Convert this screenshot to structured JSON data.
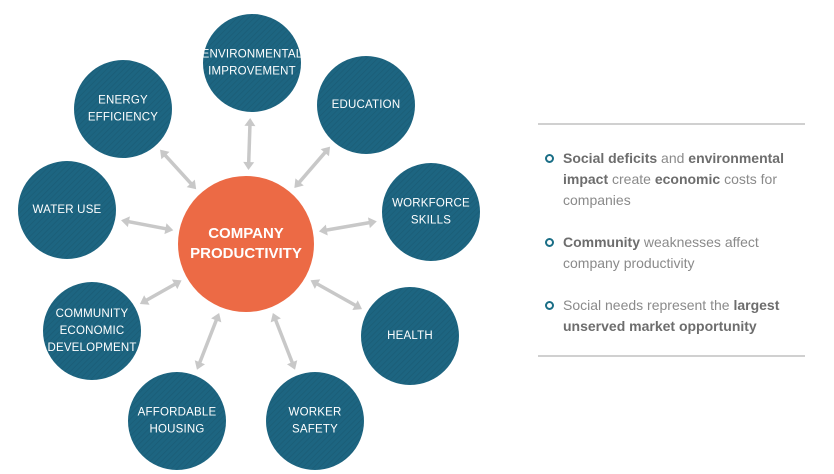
{
  "diagram": {
    "center": {
      "label_lines": [
        "COMPANY",
        "PRODUCTIVITY"
      ],
      "color": "#ec6a45"
    },
    "node_color": "#1d6581",
    "arrow_color": "#c8c8c8",
    "nodes": [
      {
        "id": "environmental-improvement",
        "label_lines": [
          "ENVIRONMENTAL",
          "IMPROVEMENT"
        ]
      },
      {
        "id": "education",
        "label_lines": [
          "EDUCATION"
        ]
      },
      {
        "id": "workforce-skills",
        "label_lines": [
          "WORKFORCE",
          "SKILLS"
        ]
      },
      {
        "id": "health",
        "label_lines": [
          "HEALTH"
        ]
      },
      {
        "id": "worker-safety",
        "label_lines": [
          "WORKER",
          "SAFETY"
        ]
      },
      {
        "id": "affordable-housing",
        "label_lines": [
          "AFFORDABLE",
          "HOUSING"
        ]
      },
      {
        "id": "community-economic-development",
        "label_lines": [
          "COMMUNITY",
          "ECONOMIC",
          "DEVELOPMENT"
        ]
      },
      {
        "id": "water-use",
        "label_lines": [
          "WATER USE"
        ]
      },
      {
        "id": "energy-efficiency",
        "label_lines": [
          "ENERGY",
          "EFFICIENCY"
        ]
      }
    ]
  },
  "bullets": [
    {
      "segments": [
        {
          "text": "Social deficits",
          "bold": true
        },
        {
          "text": " and ",
          "bold": false
        },
        {
          "text": "environmental impact",
          "bold": true
        },
        {
          "text": " create ",
          "bold": false
        },
        {
          "text": "economic",
          "bold": true
        },
        {
          "text": " costs for companies",
          "bold": false
        }
      ]
    },
    {
      "segments": [
        {
          "text": "Community",
          "bold": true
        },
        {
          "text": " weaknesses affect company productivity",
          "bold": false
        }
      ]
    },
    {
      "segments": [
        {
          "text": "Social needs represent the ",
          "bold": false
        },
        {
          "text": "largest unserved market opportunity",
          "bold": true
        }
      ]
    }
  ],
  "bullet_color": "#1a6e86"
}
